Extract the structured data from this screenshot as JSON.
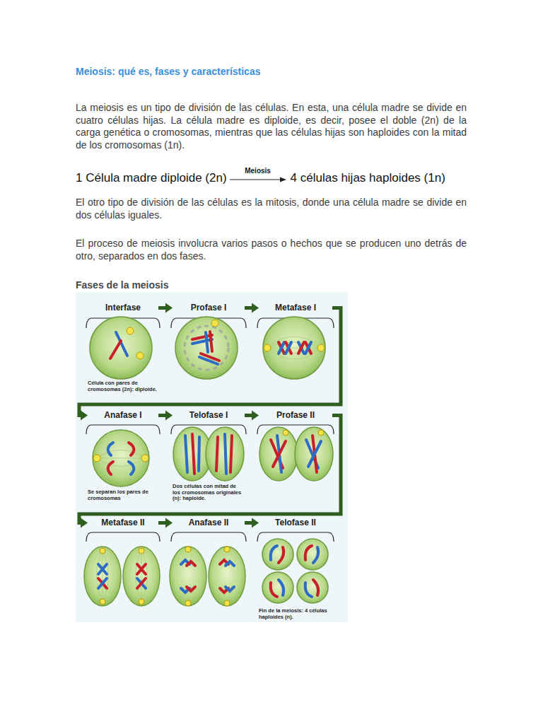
{
  "diagram": {
    "title": "Meiosis: qué es, fases y características",
    "nodes": [
      {
        "text": [
          "Interfase",
          "Célula con pares de cromosomas (2n): diploide."
        ]
      },
      {
        "text": [
          "Profase I"
        ]
      },
      {
        "text": [
          "Metafase I"
        ]
      },
      {
        "text": [
          "Anafase I",
          "Se separan los pares de cromosomas"
        ]
      },
      {
        "text": [
          "Telofase I",
          "Dos células con mitad de los cromosomas originales (n): haploide."
        ]
      },
      {
        "text": [
          "Profase II"
        ]
      },
      {
        "text": [
          "Metafase II"
        ]
      },
      {
        "text": [
          "Anafase II"
        ]
      },
      {
        "text": [
          "Telofase II",
          "Fin de la meiosis: 4 células haploides (n)."
        ]
      }
    ],
    "edges": [
      {
        "from": 0,
        "to": 1,
        "arrow": "to"
      },
      {
        "from": 1,
        "to": 2,
        "arrow": "to"
      },
      {
        "from": 2,
        "to": 3,
        "arrow": "to"
      },
      {
        "from": 3,
        "to": 4,
        "arrow": "to"
      },
      {
        "from": 4,
        "to": 5,
        "arrow": "to"
      },
      {
        "from": 5,
        "to": 6,
        "arrow": "to"
      },
      {
        "from": 6,
        "to": 7,
        "arrow": "to"
      },
      {
        "from": 7,
        "to": 8,
        "arrow": "to"
      }
    ],
    "labels": [
      "La meiosis es un tipo de división de las células. En esta, una célula madre se divide en cuatro células hijas. La célula madre es diploide, es decir, posee el doble (2n) de la carga genética o cromosomas, mientras que las células hijas son haploides con la mitad de los cromosomas (1n).",
      "1 Célula madre diploide (2n)",
      "Meiosis",
      "4 células hijas haploides (1n)",
      "El otro tipo de división de las células es la mitosis, donde una célula madre se divide en dos células iguales.",
      "El proceso de meiosis involucra varios pasos o hechos que se producen uno detrás de otro, separados en dos fases.",
      "Fases de la meiosis"
    ]
  }
}
